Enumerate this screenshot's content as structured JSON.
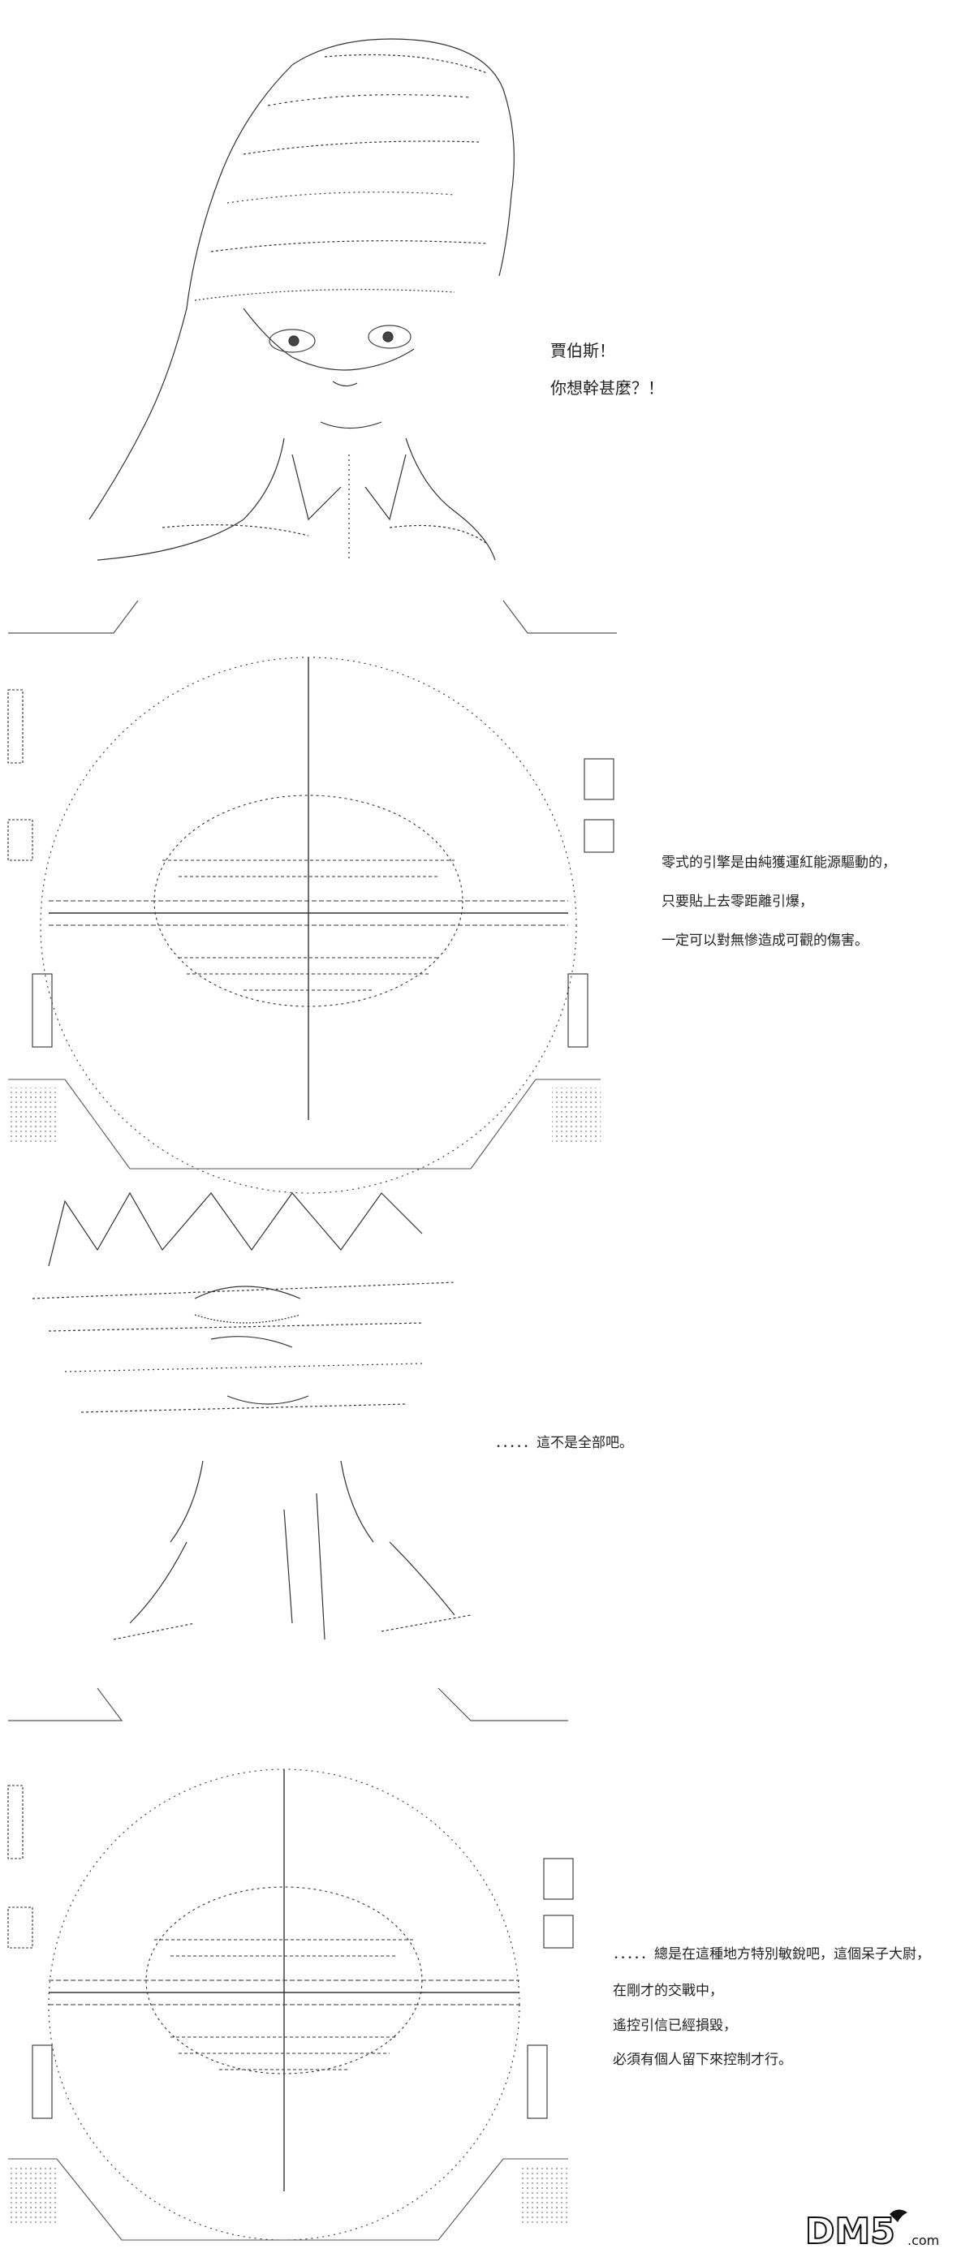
{
  "panels": [
    {
      "id": "panel-1",
      "captions": [
        "賈伯斯！",
        "你想幹甚麼？！"
      ]
    },
    {
      "id": "panel-2",
      "captions": [
        "零式的引擎是由純獲運紅能源驅動的，",
        "只要貼上去零距離引爆，",
        "一定可以對無慘造成可觀的傷害。"
      ]
    },
    {
      "id": "panel-3",
      "captions": [
        "．．．．．這不是全部吧。"
      ]
    },
    {
      "id": "panel-4",
      "captions": [
        "．．．．．總是在這種地方特別敏銳吧，這個呆子大尉，",
        "在剛才的交戰中，",
        "遙控引信已經損毀，",
        "必須有個人留下來控制才行。"
      ]
    }
  ],
  "watermark": {
    "logo_text": "DM5",
    "suffix_text": ".com",
    "color": "#111111"
  }
}
